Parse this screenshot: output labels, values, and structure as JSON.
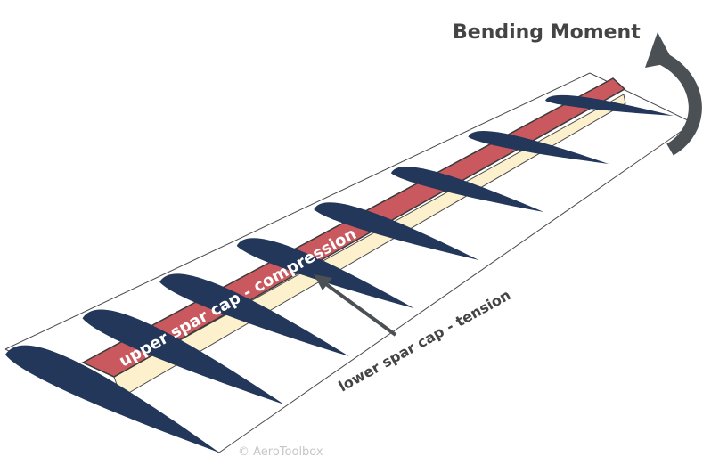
{
  "title": "Bending Moment",
  "labels": {
    "upper": "upper spar cap - compression",
    "lower": "lower spar cap - tension"
  },
  "credit": "© AeroToolbox",
  "colors": {
    "rib": "#22375a",
    "upper_cap": "#c9595e",
    "lower_cap": "#fdf0cc",
    "outline": "#4a4a4a",
    "arrow": "#4b5055",
    "text": "#444444",
    "white": "#ffffff",
    "credit": "#c6c6c6"
  },
  "rib_count": 8
}
